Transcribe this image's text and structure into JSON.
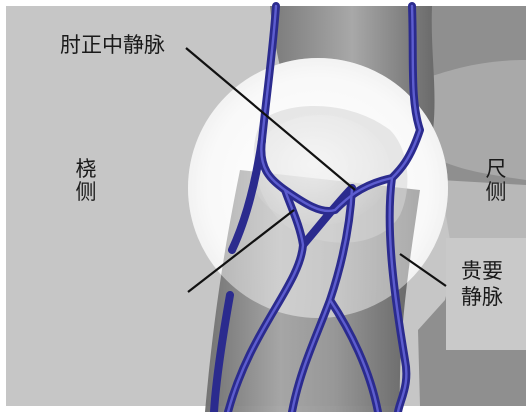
{
  "labels": {
    "median_cubital_vein": "肘正中静脉",
    "radial_side": "桡侧",
    "ulnar_side": "尺侧",
    "basilic_vein": "贵要静脉"
  },
  "colors": {
    "vein": "#3a3aa8",
    "vein_highlight": "#6a6ae0",
    "skin": "#8c8c8c",
    "spotlight": "#f4f4f4",
    "background": "#c7c7c7",
    "leader_line": "#111111"
  }
}
